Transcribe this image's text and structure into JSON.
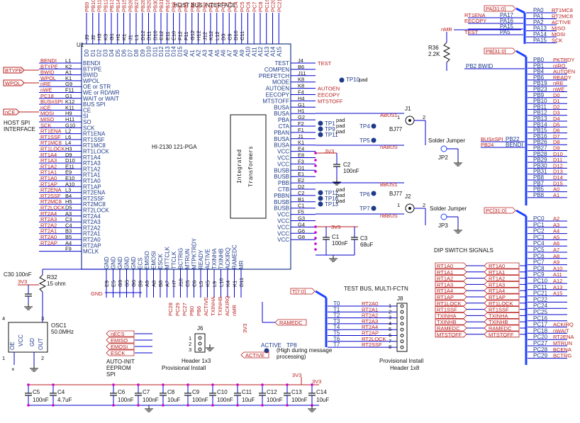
{
  "title": "HOST BUS INTERFACE",
  "chip": {
    "ref": "U1",
    "part": "HI-2130 121-PGA",
    "block": [
      "Integrated",
      "Transformers"
    ]
  },
  "top_pin_nums": [
    "J3",
    "J2",
    "H3",
    "K3",
    "G1",
    "H1",
    "K1",
    "J1",
    "L1",
    "D12",
    "D11",
    "D10",
    "E12",
    "E11",
    "E10",
    "F12",
    "F11",
    "G12",
    "H12",
    "J12",
    "K12",
    "L12",
    "D3",
    "C9",
    "D10",
    "C11"
  ],
  "top_net_labels": [
    "PB9",
    "PB10",
    "PB11",
    "PB12",
    "PB13",
    "PB14",
    "PB15",
    "PB26",
    "PB27",
    "PB28",
    "PB29",
    "PB30",
    "PB31",
    "PB16",
    "PB8",
    "PB7",
    "PB5",
    "PB4",
    "PB3",
    "PB2",
    "PB1",
    "PC1",
    "PC2",
    "PC3",
    "PC4",
    "PC5",
    "PC6",
    "PC7",
    "PC8",
    "PC19",
    "PC20",
    "PC21"
  ],
  "top_pin_names": [
    "D0",
    "D1",
    "D2",
    "D3",
    "D4",
    "D5",
    "D6",
    "D7",
    "D8",
    "D9",
    "D10",
    "D11",
    "D12",
    "D13",
    "D14",
    "D15",
    "A0",
    "A1",
    "A2",
    "A3",
    "A4",
    "A5",
    "A6",
    "A7",
    "A8",
    "A9",
    "A10",
    "A11",
    "A12",
    "A13",
    "A14",
    "A15"
  ],
  "left_pins": [
    {
      "net": "BENDI",
      "num": "L1",
      "name": "BENDI"
    },
    {
      "net": "BTYPE",
      "num": "K2",
      "name": "BTYPE"
    },
    {
      "net": "BWID",
      "num": "A1",
      "name": "BWID"
    },
    {
      "net": "WPOL",
      "num": "K1",
      "name": "WPOL"
    },
    {
      "net": "nRE",
      "num": "G9",
      "name": "OE or STR"
    },
    {
      "net": "nWE",
      "num": "F11",
      "name": "WE or RD/WR"
    },
    {
      "net": "PC18",
      "num": "G1",
      "name": "WAIT or WAIT"
    },
    {
      "net": "BUSnSPI",
      "num": "K12",
      "name": "BUS SPI"
    },
    {
      "net": "nCE",
      "num": "K11",
      "name": "CE"
    },
    {
      "net": "MOSI",
      "num": "H9",
      "name": "SI"
    },
    {
      "net": "MISO",
      "num": "H11",
      "name": "SO"
    },
    {
      "net": "SCK",
      "num": "G10",
      "name": "SCK"
    },
    {
      "net": "RT1ENA",
      "num": "L2",
      "name": "RT1ENA"
    },
    {
      "net": "RT1SSF",
      "num": "L6",
      "name": "RT1SSF"
    },
    {
      "net": "RT1MC8",
      "num": "L4",
      "name": "RT1MC8"
    },
    {
      "net": "RT1LOCK",
      "num": "H3",
      "name": "RT1LOCK"
    },
    {
      "net": "RT1A4",
      "num": "D9",
      "name": "RT1A4"
    },
    {
      "net": "RT1A3",
      "num": "D10",
      "name": "RT1A3"
    },
    {
      "net": "RT1A2",
      "num": "E11",
      "name": "RT1A2"
    },
    {
      "net": "RT1A1",
      "num": "E9",
      "name": "RT1A1"
    },
    {
      "net": "RT1A0",
      "num": "E10",
      "name": "RT1A0"
    },
    {
      "net": "RT1AP",
      "num": "A10",
      "name": "RT1AP"
    },
    {
      "net": "RT2ENA",
      "num": "L3",
      "name": "RT2ENA"
    },
    {
      "net": "RT2SSF",
      "num": "B4",
      "name": "RT2SSF"
    },
    {
      "net": "RT2MC8",
      "num": "H5",
      "name": "RT2MC8"
    },
    {
      "net": "RT2LOCK",
      "num": "D5",
      "name": "RT2LOCK"
    },
    {
      "net": "RT2A4",
      "num": "A3",
      "name": "RT2A4"
    },
    {
      "net": "RT2A3",
      "num": "C3",
      "name": "RT2A3"
    },
    {
      "net": "RT2A2",
      "num": "C4",
      "name": "RT2A2"
    },
    {
      "net": "RT2A1",
      "num": "B3",
      "name": "RT2A1"
    },
    {
      "net": "RT2A0",
      "num": "B5",
      "name": "RT2A0"
    },
    {
      "net": "RT2AP",
      "num": "A4",
      "name": "RT2AP"
    },
    {
      "net": "",
      "num": "F9",
      "name": "MCLK"
    }
  ],
  "right_pins": [
    {
      "num": "J4",
      "name": "TEST",
      "net": "TEST"
    },
    {
      "num": "B6",
      "name": "COMPEN",
      "net": ""
    },
    {
      "num": "J11",
      "name": "PREFETCH",
      "net": ""
    },
    {
      "num": "K8",
      "name": "MODE",
      "net": ""
    },
    {
      "num": "K8",
      "name": "AUTOEN",
      "net": "AUTOEN"
    },
    {
      "num": "F4",
      "name": "EECOPY",
      "net": "EECOPY"
    },
    {
      "num": "H4",
      "name": "MTSTOFF",
      "net": "MTSTOFF"
    },
    {
      "num": "G1",
      "name": "BUSA",
      "net": ""
    },
    {
      "num": "H1",
      "name": "BUSA",
      "net": ""
    },
    {
      "num": "G2",
      "name": "PBA",
      "net": ""
    },
    {
      "num": "F2",
      "name": "CTA",
      "net": ""
    },
    {
      "num": "F1",
      "name": "PBAN",
      "net": ""
    },
    {
      "num": "J1",
      "name": "BUSA",
      "net": ""
    },
    {
      "num": "K1",
      "name": "BUSA",
      "net": ""
    },
    {
      "num": "E4",
      "name": "VCC",
      "net": ""
    },
    {
      "num": "E8",
      "name": "VCC",
      "net": ""
    },
    {
      "num": "F3",
      "name": "VCC",
      "net": ""
    },
    {
      "num": "D1",
      "name": "BUSB",
      "net": ""
    },
    {
      "num": "E1",
      "name": "BUSB",
      "net": ""
    },
    {
      "num": "E2",
      "name": "PBB",
      "net": ""
    },
    {
      "num": "D2",
      "name": "CTB",
      "net": ""
    },
    {
      "num": "C2",
      "name": "PBBN",
      "net": ""
    },
    {
      "num": "B1",
      "name": "BUSB",
      "net": ""
    },
    {
      "num": "C1",
      "name": "BUSB",
      "net": ""
    },
    {
      "num": "F5",
      "name": "VCC",
      "net": ""
    },
    {
      "num": "G3",
      "name": "VCC",
      "net": ""
    },
    {
      "num": "G4",
      "name": "VCC",
      "net": ""
    },
    {
      "num": "G6",
      "name": "VCC",
      "net": ""
    },
    {
      "num": "G8",
      "name": "VCC",
      "net": ""
    }
  ],
  "bottom_pin_names": [
    "GND",
    "GND",
    "GND",
    "GND",
    "GND",
    "ECS",
    "EMISO",
    "EMOSI",
    "ESCK",
    "MTTCLK",
    "TTCLK",
    "BCTRIG",
    "MTRUN",
    "MTPKTRDY",
    "READY",
    "ACTIVE",
    "TXINHA",
    "TXINHB",
    "ACKIRQ",
    "RAMEDC",
    "MR"
  ],
  "bottom_pin_nums": [
    "E9",
    "E5",
    "G9",
    "G5",
    "G6",
    "B9",
    "A9",
    "A8",
    "B8",
    "A7",
    "H7",
    "J10",
    "C5",
    "C6",
    "L5",
    "K5",
    "L9",
    "L10",
    "K4",
    "K1",
    "D11"
  ],
  "bottom_nets": [
    "PC28",
    "PC29",
    "PC27",
    "PB0",
    "PB6",
    "ACTIVE",
    "TXINHA",
    "TXINHB",
    "ACKIRQ",
    "nMR"
  ],
  "left_ports": {
    "btype": "BTYPE",
    "wpol": "WPOL",
    "nce": "nCE"
  },
  "host_spi": [
    "HOST SPI",
    "INTERFACE"
  ],
  "pa_bus": {
    "label": "PA[31:0]",
    "left": [
      {
        "net": "RT1ENA",
        "pin": "PA17"
      },
      {
        "net": "EECOPY",
        "pin": "PA16"
      },
      {
        "net": "",
        "pin": "PA15"
      },
      {
        "net": "TEST",
        "pin": "PA5"
      }
    ],
    "right": [
      {
        "pin": "PA0",
        "net": "RT1MC8"
      },
      {
        "pin": "PA1",
        "net": "RT2MC8"
      },
      {
        "pin": "PA2",
        "net": "ACTIVE"
      },
      {
        "pin": "PA13",
        "net": "MISO"
      },
      {
        "pin": "PA14",
        "net": "MOSI"
      },
      {
        "pin": "PA15",
        "net": "SCK"
      }
    ]
  },
  "r36": {
    "ref": "R36",
    "value": "2.2K",
    "net": "nMR"
  },
  "pb_bus": {
    "label": "PB[31:0]",
    "left": [
      {
        "pin": "PB2",
        "net": "BWID"
      }
    ],
    "left2": [
      {
        "net": "BUSnSPI",
        "pin": "PB22"
      },
      {
        "net": "PB24",
        "pin": "BENDI"
      }
    ],
    "right": [
      {
        "pin": "PB0",
        "net": "PKTRDY"
      },
      {
        "pin": "PB1",
        "net": "nIRQ"
      },
      {
        "pin": "PB4",
        "net": "AUTOEN"
      },
      {
        "pin": "PB6",
        "net": "READY"
      },
      {
        "pin": "PB19",
        "net": "nRE"
      },
      {
        "pin": "PB23",
        "net": "nWE"
      },
      {
        "pin": "PB9",
        "net": "D0"
      },
      {
        "pin": "PB10",
        "net": "D1"
      },
      {
        "pin": "PB11",
        "net": "D2"
      },
      {
        "pin": "PB12",
        "net": "D3"
      },
      {
        "pin": "PB13",
        "net": "D4"
      },
      {
        "pin": "PB14",
        "net": "D5"
      },
      {
        "pin": "PB15",
        "net": "D6"
      },
      {
        "pin": "PB16",
        "net": "D7"
      },
      {
        "pin": "PB26",
        "net": "D8"
      },
      {
        "pin": "PB27",
        "net": "D9"
      },
      {
        "pin": "PB28",
        "net": "D10"
      },
      {
        "pin": "PB29",
        "net": "D11"
      },
      {
        "pin": "PB30",
        "net": "D12"
      },
      {
        "pin": "PB31",
        "net": "D13"
      },
      {
        "pin": "PB8",
        "net": "D14"
      },
      {
        "pin": "PB7",
        "net": "D15"
      },
      {
        "pin": "PB5",
        "net": "A0"
      },
      {
        "pin": "PB8",
        "net": "A1"
      }
    ]
  },
  "pc_bus": {
    "label": "PC[31:0]",
    "right": [
      {
        "pin": "PC0",
        "net": "A2"
      },
      {
        "pin": "PC1",
        "net": "A3"
      },
      {
        "pin": "PC2",
        "net": "A4"
      },
      {
        "pin": "PC3",
        "net": "A5"
      },
      {
        "pin": "PC4",
        "net": "A6"
      },
      {
        "pin": "PC5",
        "net": "A7"
      },
      {
        "pin": "PC6",
        "net": "A8"
      },
      {
        "pin": "PC7",
        "net": "A9"
      },
      {
        "pin": "PC8",
        "net": "A10"
      },
      {
        "pin": "PC9",
        "net": "A11"
      },
      {
        "pin": "PC10",
        "net": "A12"
      },
      {
        "pin": "PC11",
        "net": "A13"
      },
      {
        "pin": "PC21",
        "net": "A15"
      },
      {
        "pin": "PC22",
        "net": ""
      },
      {
        "pin": "PC24",
        "net": ""
      },
      {
        "pin": "PC25",
        "net": ""
      },
      {
        "pin": "PC16",
        "net": ""
      },
      {
        "pin": "PC17",
        "net": "ACKIRQ"
      },
      {
        "pin": "PC18",
        "net": "nWAIT"
      },
      {
        "pin": "PC20",
        "net": "RT2ENA"
      },
      {
        "pin": "PC27",
        "net": "MTRUN"
      },
      {
        "pin": "PC28",
        "net": "BCENA"
      },
      {
        "pin": "PC29",
        "net": "BCTRG"
      }
    ]
  },
  "dip": {
    "title": "DIP SWITCH SIGNALS",
    "left": [
      "RT1A0",
      "RT1A1",
      "RT1A2",
      "RT1A3",
      "RT1A4",
      "RT1AP",
      "RT1LOCK",
      "RT1SSF",
      "TXINHA",
      "TXINHB",
      "RAMEDC",
      "MTSTOFF"
    ],
    "right": [
      "RT1A0",
      "RT1A1",
      "RT1A2",
      "RT1A3",
      "RT1A4",
      "RT1AP",
      "RT1LOCK",
      "RT1SSF",
      "TXINHA",
      "TXINHB",
      "RAMEDC",
      "MTSTOFF"
    ]
  },
  "bus_a": {
    "conn": "J1",
    "type": "BJ77",
    "net": "ABUS1",
    "net2": "nABUS",
    "jumper": "JP2",
    "jumper_label": "Solder Jumper",
    "tps": [
      "TP1",
      "TP9",
      "TP11",
      "TP4",
      "TP5"
    ],
    "pad": "pad",
    "vcc": "3V3",
    "cap": "C2",
    "cap_val": "100nF",
    "t10": "TP10"
  },
  "bus_b": {
    "conn": "J2",
    "type": "BJ77",
    "net": "BBUS1",
    "net2": "nBBUS",
    "jumper": "JP3",
    "jumper_label": "Solder Jumper",
    "tps": [
      "TP12",
      "TP16",
      "TP13",
      "TP6",
      "TP7"
    ]
  },
  "vcc_caps": {
    "c1": "C1",
    "c1v": "100nF",
    "c3": "C3",
    "c3v": "68uF",
    "vcc": "3V3"
  },
  "osc": {
    "ref": "OSC1",
    "freq": "50.0MHz",
    "r": "R32",
    "rv": "15 ohm",
    "c": "C30",
    "cv": "100nF",
    "vcc": "3V3",
    "gnd": "GND",
    "pins": [
      "OE",
      "VCC",
      "GD",
      "OUT"
    ],
    "nums": [
      "1",
      "4",
      "3",
      "2"
    ]
  },
  "eeprom": {
    "nets": [
      "nECS",
      "EMISO",
      "EMOSI",
      "ESCK"
    ],
    "label": [
      "AUTO-INIT",
      "EEPROM",
      "SPI"
    ]
  },
  "j6": {
    "ref": "J6",
    "label": "Header 1x3",
    "sub": "Provisional Install",
    "pins": [
      "1",
      "2",
      "3"
    ]
  },
  "tp8": {
    "ref": "TP8",
    "net": "ACTIVE",
    "note": [
      "(High during message",
      "processing)"
    ],
    "port": "ACTIVE"
  },
  "test_bus": {
    "title": "TEST BUS, MULTI-FCTN",
    "label": "T[7:0]",
    "ref": "J8",
    "rows": [
      {
        "t": "T0",
        "net": "RT2A0",
        "pin": "1"
      },
      {
        "t": "T1",
        "net": "RT2A1",
        "pin": "2"
      },
      {
        "t": "T2",
        "net": "RT2A2",
        "pin": "3"
      },
      {
        "t": "T3",
        "net": "RT2A3",
        "pin": "4"
      },
      {
        "t": "T4",
        "net": "RT2A4",
        "pin": "5"
      },
      {
        "t": "T5",
        "net": "RT2AP",
        "pin": "6"
      },
      {
        "t": "T6",
        "net": "RT2LOCK",
        "pin": "7"
      },
      {
        "t": "T7",
        "net": "RT2SSF",
        "pin": "8"
      }
    ],
    "sub": "Provisional Install",
    "hdr": "Header 1x8"
  },
  "ramedc": "RAMEDC",
  "gnd": "GND",
  "v3": "3V3",
  "decoupling": [
    {
      "ref": "C5",
      "val": "100nF"
    },
    {
      "ref": "C4",
      "val": "4.7uF"
    },
    {
      "ref": "C6",
      "val": "100nF"
    },
    {
      "ref": "C7",
      "val": "100nF"
    },
    {
      "ref": "C8",
      "val": "10uF"
    },
    {
      "ref": "C9",
      "val": "100nF"
    },
    {
      "ref": "C10",
      "val": "100nF"
    },
    {
      "ref": "C11",
      "val": "10uF"
    },
    {
      "ref": "C12",
      "val": "100nF"
    },
    {
      "ref": "C13",
      "val": "100nF"
    },
    {
      "ref": "C14",
      "val": "10uF"
    }
  ],
  "colors": {
    "wire": "#0000cc",
    "net": "#b91c1c",
    "bus": "#1e40ff",
    "junction": "#cc00cc",
    "part": "#222222"
  }
}
